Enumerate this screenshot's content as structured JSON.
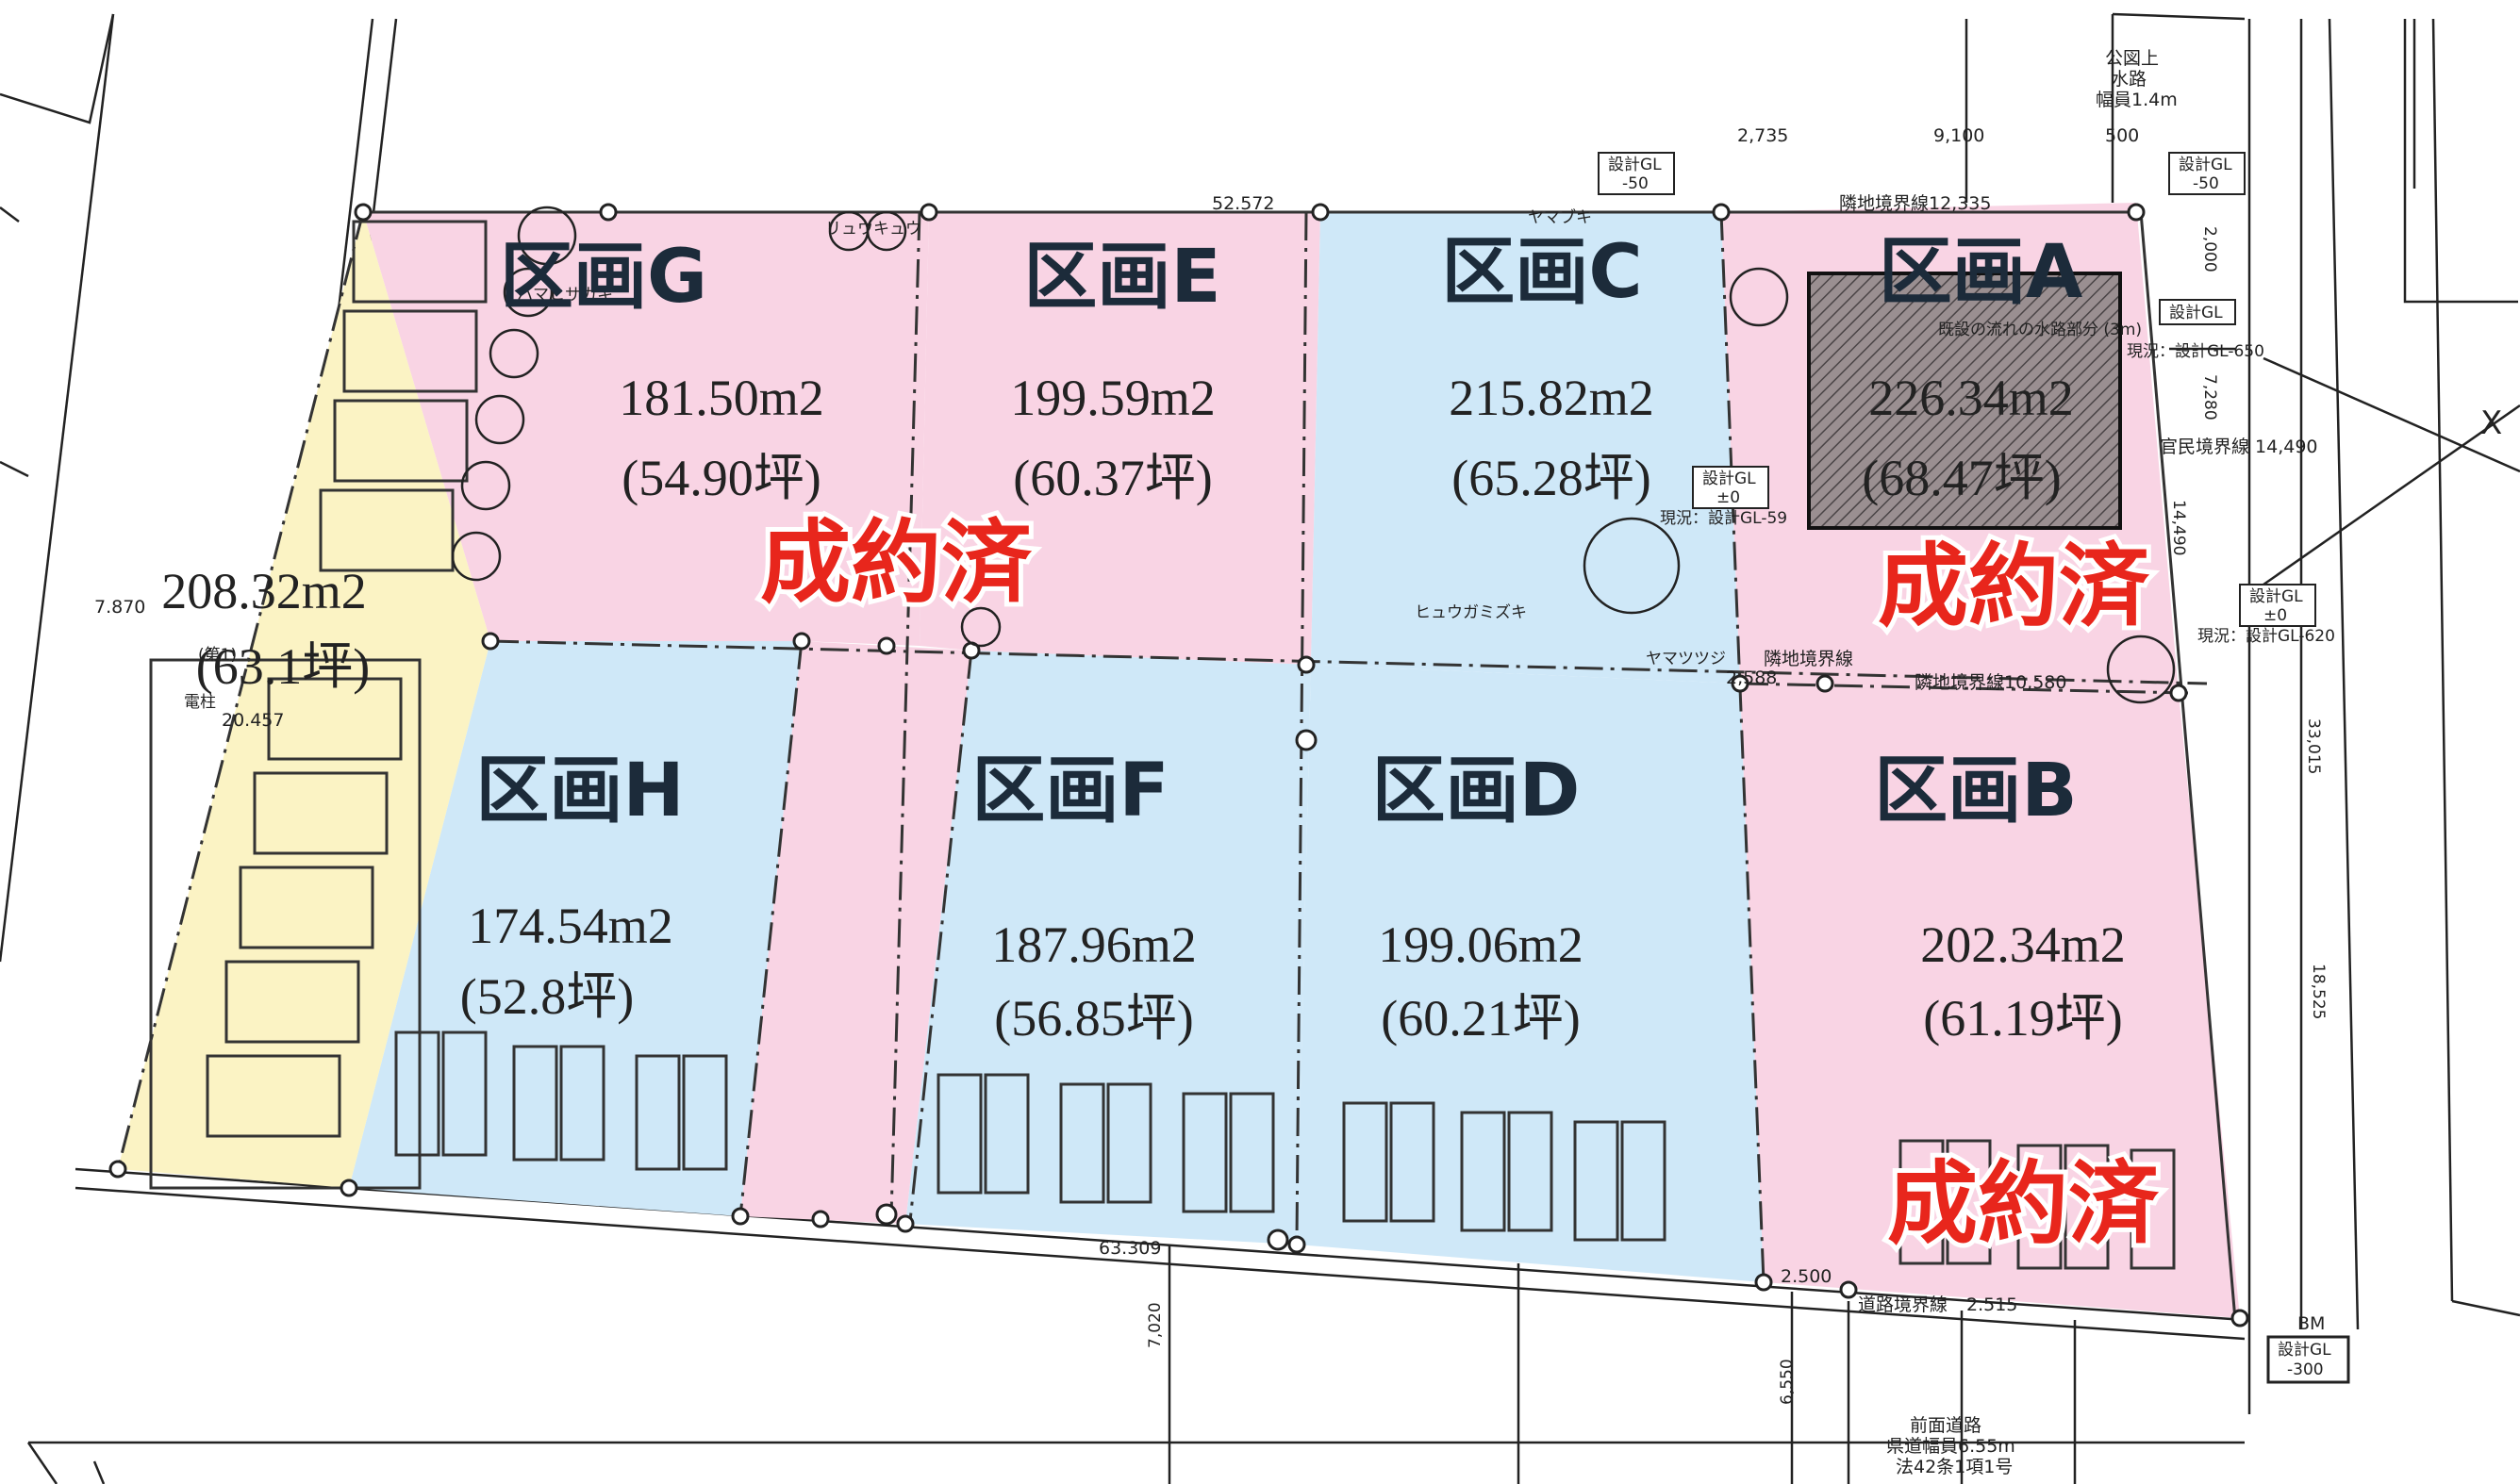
{
  "lots": [
    {
      "id": "G",
      "name": "区画G",
      "area": "181.50m2",
      "tsubo": "(54.90坪)",
      "status": "sold",
      "color": "#f9d4e4"
    },
    {
      "id": "E",
      "name": "区画E",
      "area": "199.59m2",
      "tsubo": "(60.37坪)",
      "status": "sold",
      "color": "#f9d4e4"
    },
    {
      "id": "C",
      "name": "区画C",
      "area": "215.82m2",
      "tsubo": "(65.28坪)",
      "status": "available",
      "color": "#cfe8f8"
    },
    {
      "id": "A",
      "name": "区画A",
      "area": "226.34m2",
      "tsubo": "(68.47坪)",
      "status": "sold",
      "color": "#f9d4e4"
    },
    {
      "id": "H",
      "name": "区画H",
      "area": "174.54m2",
      "tsubo": "(52.8坪)",
      "status": "available",
      "color": "#cfe8f8"
    },
    {
      "id": "F",
      "name": "区画F",
      "area": "187.96m2",
      "tsubo": "(56.85坪)",
      "status": "available",
      "color": "#cfe8f8"
    },
    {
      "id": "D",
      "name": "区画D",
      "area": "199.06m2",
      "tsubo": "(60.21坪)",
      "status": "available",
      "color": "#cfe8f8"
    },
    {
      "id": "B",
      "name": "区画B",
      "area": "202.34m2",
      "tsubo": "(61.19坪)",
      "status": "sold",
      "color": "#f9d4e4"
    },
    {
      "id": "W",
      "name": "",
      "area": "208.32m2",
      "tsubo": "(63.1坪)",
      "status": "other",
      "color": "#fbf3c4"
    }
  ],
  "sold_label": "成約済",
  "annotations": {
    "top_edge": "52.572",
    "bottom_edge": "63.309",
    "left_edge": "7.870",
    "left_inner": "20.457",
    "road_border": "道路境界線",
    "road_border_val": "2.515",
    "road_2500": "2.500",
    "dim_2735": "2,735",
    "dim_9100": "9,100",
    "dim_500": "500",
    "neighbor_top": "隣地境界線12,335",
    "neighbor_mid": "隣地境界線10,580",
    "neighbor_cd": "隣地境界線",
    "official_border": "官民境界線 14,490",
    "dim_14490": "14,490",
    "dim_7280": "7,280",
    "dim_2000": "2,000",
    "dim_33015": "33,015",
    "dim_18525": "18,525",
    "dim_7020": "7,020",
    "dim_6550": "6,550",
    "water_line1": "公図上",
    "water_line2": "水路",
    "water_line3": "幅員1.4m",
    "road_line1": "前面道路",
    "road_line2": "県道幅員6.55m",
    "road_line3": "法42条1項1号",
    "gl_top_left": "設計GL",
    "gl_top_left_val": "-50",
    "gl_top_right": "設計GL",
    "gl_top_right_val": "-50",
    "gl_mid": "設計GL",
    "gl_mid_val": "±0",
    "gl_mid_now": "現況：設計GL-59",
    "gl_right": "設計GL",
    "gl_right_val": "±0",
    "gl_right_now": "現況：設計GL-620",
    "gl_upper_right": "設計GL",
    "gl_upper_right_now": "現況：設計GL-650",
    "gl_bottom": "設計GL",
    "gl_bottom_val": "-300",
    "bm": "BM",
    "channel_note": "既設の流れの水路部分 (3m)",
    "corner_x": "X",
    "tree_hama": "ハマヒサカキ",
    "tree_yamabuki": "ヤマブキ",
    "tree_hyuga": "ヒュウガミズキ",
    "tree_lyu": "リュウキュウ",
    "tree_yamatsutsuji": "ヤマツツジ",
    "dim_2588": "2,588",
    "pole": "電柱",
    "lot_w_note": "(第1)"
  }
}
